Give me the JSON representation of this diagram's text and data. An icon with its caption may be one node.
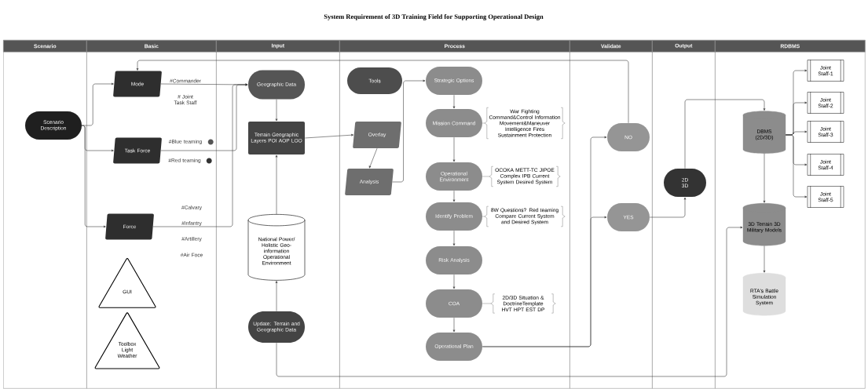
{
  "diagram": {
    "title": "System Requirement of  3D Training Field for Supporting Operational Design",
    "nodes": [
      {
        "text": [
          "Scenario"
        ]
      },
      {
        "text": [
          "Basic"
        ]
      },
      {
        "text": [
          "Input"
        ]
      },
      {
        "text": [
          "Process"
        ]
      },
      {
        "text": [
          "Validate"
        ]
      },
      {
        "text": [
          "Output"
        ]
      },
      {
        "text": [
          "RDBMS"
        ]
      },
      {
        "text": [
          "Scenario Description"
        ],
        "in": 0
      },
      {
        "text": [
          "Mode"
        ],
        "beside": [
          "#Commander",
          "# Joint Task Staff"
        ],
        "in": 1
      },
      {
        "text": [
          "Task Force"
        ],
        "beside": [
          "#Blue teaming",
          "#Red teaming"
        ],
        "in": 1
      },
      {
        "text": [
          "Force"
        ],
        "beside": [
          "#Calvary",
          "#Infantry",
          "#Artillery",
          "#Air Foce"
        ],
        "in": 1
      },
      {
        "text": [
          "GUI"
        ],
        "in": 1
      },
      {
        "text": [
          "Toolbox Light Weather"
        ],
        "in": 1
      },
      {
        "text": [
          "Geographic Data"
        ],
        "in": 2
      },
      {
        "text": [
          "Terrain Geographic Layers POI AOP LOO"
        ],
        "in": 2
      },
      {
        "text": [
          "National Power/ Holistic Geo-information Operational Environment"
        ],
        "in": 2
      },
      {
        "text": [
          "Update: Terrain and Geographic Data"
        ],
        "in": 2
      },
      {
        "text": [
          "Tools"
        ],
        "in": 3
      },
      {
        "text": [
          "Overlay"
        ],
        "in": 3
      },
      {
        "text": [
          "Analysis"
        ],
        "in": 3
      },
      {
        "text": [
          "Strategic Options"
        ],
        "in": 3
      },
      {
        "text": [
          "Mission Command"
        ],
        "beside": [
          "War Fighting Command&Control Information Movement&Maneuver Intelligence Fires Sustainment Protection"
        ],
        "in": 3
      },
      {
        "text": [
          "Operational Environment"
        ],
        "beside": [
          "OCOKA METT-TC JIPOE Complex IPB Current System Desired System"
        ],
        "in": 3
      },
      {
        "text": [
          "Identify Problem"
        ],
        "beside": [
          "8W Questions? Red teaming Compare Current System and Desired System"
        ],
        "in": 3
      },
      {
        "text": [
          "Risk Analysis"
        ],
        "in": 3
      },
      {
        "text": [
          "COA"
        ],
        "beside": [
          "2D/3D Situation & DoctrineTemplate HVT HPT EST DP"
        ],
        "in": 3
      },
      {
        "text": [
          "Operational Plan"
        ],
        "in": 3
      },
      {
        "text": [
          "NO"
        ],
        "in": 4
      },
      {
        "text": [
          "YES"
        ],
        "in": 4
      },
      {
        "text": [
          "2D 3D"
        ],
        "in": 5
      },
      {
        "text": [
          "DBMS (2D/3D)"
        ],
        "in": 6
      },
      {
        "text": [
          "3D Terrain 3D Military Models"
        ],
        "in": 6
      },
      {
        "text": [
          "RTA's Battle Simulation System"
        ],
        "in": 6
      },
      {
        "text": [
          "Joint Staff-1"
        ],
        "in": 6
      },
      {
        "text": [
          "Joint Staff-2"
        ],
        "in": 6
      },
      {
        "text": [
          "Joint Staff-3"
        ],
        "in": 6
      },
      {
        "text": [
          "Joint Staff-4"
        ],
        "in": 6
      },
      {
        "text": [
          "Joint Staff-5"
        ],
        "in": 6
      }
    ],
    "edges": [
      {
        "from": 7,
        "to": 8,
        "arrow": "to"
      },
      {
        "from": 7,
        "to": 9,
        "arrow": "to"
      },
      {
        "from": 7,
        "to": 10,
        "arrow": "to"
      },
      {
        "from": 8,
        "to": 13,
        "arrow": "to"
      },
      {
        "from": 9,
        "to": 13,
        "arrow": "to"
      },
      {
        "from": 10,
        "to": 13,
        "arrow": "to"
      },
      {
        "from": 13,
        "to": 14,
        "arrow": "to"
      },
      {
        "from": 15,
        "to": 14,
        "arrow": "to"
      },
      {
        "from": 16,
        "to": 15,
        "arrow": "to"
      },
      {
        "from": 14,
        "to": 18,
        "arrow": "to"
      },
      {
        "from": 18,
        "to": 19,
        "arrow": "to"
      },
      {
        "from": 19,
        "to": 20,
        "arrow": "to"
      },
      {
        "from": 20,
        "to": 21,
        "arrow": "to"
      },
      {
        "from": 21,
        "to": 22,
        "arrow": "to"
      },
      {
        "from": 22,
        "to": 23,
        "arrow": "to"
      },
      {
        "from": 23,
        "to": 24,
        "arrow": "to"
      },
      {
        "from": 24,
        "to": 25,
        "arrow": "to"
      },
      {
        "from": 25,
        "to": 26,
        "arrow": "to"
      },
      {
        "from": 26,
        "to": 27,
        "arrow": "to"
      },
      {
        "from": 26,
        "to": 28,
        "arrow": "to"
      },
      {
        "from": 27,
        "to": 8,
        "arrow": "to"
      },
      {
        "from": 28,
        "to": 29,
        "arrow": "to"
      },
      {
        "from": 29,
        "to": 30,
        "arrow": "to"
      },
      {
        "from": 30,
        "to": 33,
        "arrow": "to"
      },
      {
        "from": 30,
        "to": 34,
        "arrow": "to"
      },
      {
        "from": 30,
        "to": 35,
        "arrow": "to"
      },
      {
        "from": 30,
        "to": 36,
        "arrow": "to"
      },
      {
        "from": 30,
        "to": 37,
        "arrow": "to"
      },
      {
        "from": 30,
        "to": 31,
        "arrow": "to"
      },
      {
        "from": 31,
        "to": 32,
        "arrow": "to"
      },
      {
        "from": 16,
        "to": 31,
        "arrow": "to"
      }
    ]
  }
}
